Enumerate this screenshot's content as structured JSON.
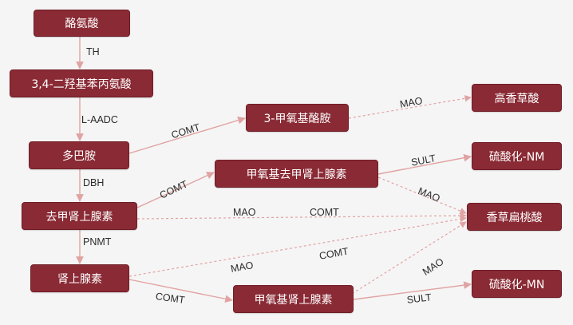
{
  "nodes": {
    "tyrosine": "酪氨酸",
    "ldopa": "3,4-二羟基苯丙氨酸",
    "dopamine": "多巴胺",
    "methoxytyramine": "3-甲氧基酪胺",
    "norepinephrine": "去甲肾上腺素",
    "normetanephrine": "甲氧基去甲肾上腺素",
    "epinephrine": "肾上腺素",
    "metanephrine": "甲氧基肾上腺素",
    "hva": "高香草酸",
    "nm_sulfate": "硫酸化-NM",
    "vma": "香草扁桃酸",
    "mn_sulfate": "硫酸化-MN"
  },
  "enzymes": {
    "th": "TH",
    "laadc": "L-AADC",
    "dbh": "DBH",
    "pnmt": "PNMT",
    "comt_da": "COMT",
    "comt_ne": "COMT",
    "comt_epi": "COMT",
    "mao_3mt": "MAO",
    "sult_nm": "SULT",
    "mao_nm": "MAO",
    "mao_ne": "MAO",
    "comt_ne_vma": "COMT",
    "mao_epi": "MAO",
    "comt_epi_vma": "COMT",
    "mao_mn": "MAO",
    "sult_mn": "SULT"
  },
  "colors": {
    "node_fill": "#8a2a34",
    "node_text": "#ffffff",
    "arrow": "#e0a3a3",
    "label": "#2b2b2b",
    "background": "#f6f5f5"
  }
}
